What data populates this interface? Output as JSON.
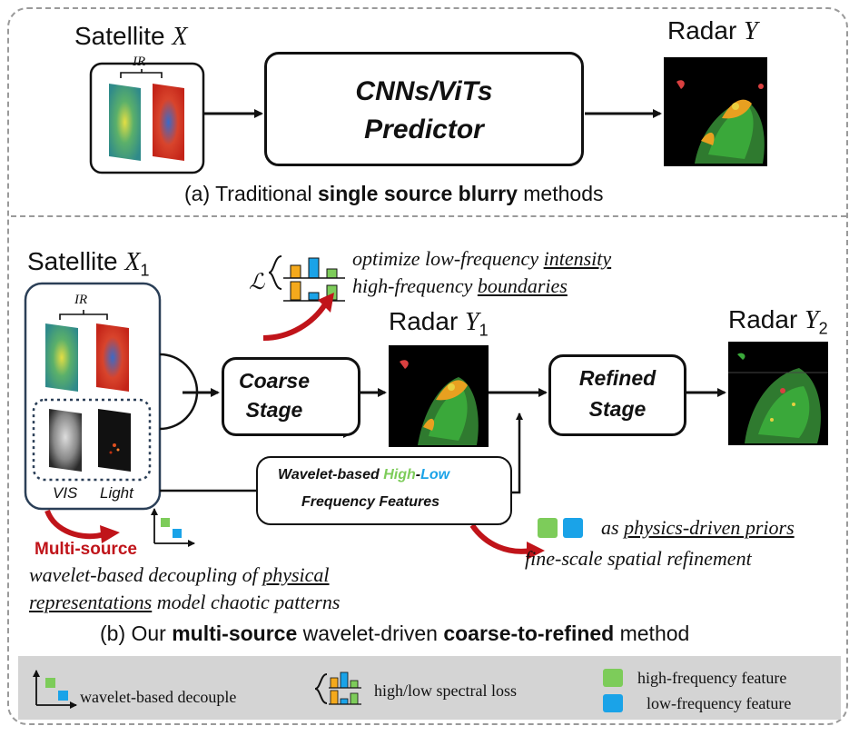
{
  "section_a": {
    "satellite_label": "Satellite ",
    "satellite_var": "X",
    "ir_label": "IR",
    "predictor_line1": "CNNs/ViTs",
    "predictor_line2": "Predictor",
    "radar_label": "Radar ",
    "radar_var": "Y",
    "caption_prefix": "(a) Traditional ",
    "caption_bold": "single source blurry",
    "caption_suffix": " methods"
  },
  "section_b": {
    "satellite_label": "Satellite ",
    "satellite_var": "X",
    "satellite_sub": "1",
    "ir_label": "IR",
    "vis_label": "VIS",
    "light_label": "Light",
    "loss_symbol": "ℒ",
    "loss_note_1_prefix": "optimize low-frequency ",
    "loss_note_1_underlined": "intensity",
    "loss_note_2_prefix": "high-frequency ",
    "loss_note_2_underlined": "boundaries",
    "coarse_line1": "Coarse",
    "coarse_line2": "Stage",
    "radar1_label": "Radar ",
    "radar1_var": "Y",
    "radar1_sub": "1",
    "refined_line1": "Refined",
    "refined_line2": "Stage",
    "radar2_label": "Radar ",
    "radar2_var": "Y",
    "radar2_sub": "2",
    "wavelet_prefix": "Wavelet-based ",
    "wavelet_high": "High",
    "wavelet_dash": "-",
    "wavelet_low": "Low",
    "wavelet_line2": "Frequency Features",
    "priors_prefix": "as ",
    "priors_underlined": "physics-driven priors",
    "priors_line2": "fine-scale spatial refinement",
    "multisource": "Multi-source",
    "decoupling_line1_prefix": "wavelet-based decoupling of ",
    "decoupling_line1_underlined": "physical",
    "decoupling_line2_underlined": "representations",
    "decoupling_line2_suffix": " model chaotic patterns",
    "caption_prefix": "(b) Our ",
    "caption_bold1": "multi-source",
    "caption_mid": " wavelet-driven ",
    "caption_bold2": "coarse-to-refined",
    "caption_suffix": " method"
  },
  "legend": {
    "decouple": "wavelet-based decouple",
    "spectral_loss": "high/low spectral loss",
    "high_freq": "high-frequency feature",
    "low_freq": "low-frequency feature"
  },
  "colors": {
    "green": "#7dcc5a",
    "blue": "#1aa3e8",
    "orange": "#f4a91c",
    "red_arrow": "#c0141a",
    "panel_border": "#2b3f57"
  }
}
